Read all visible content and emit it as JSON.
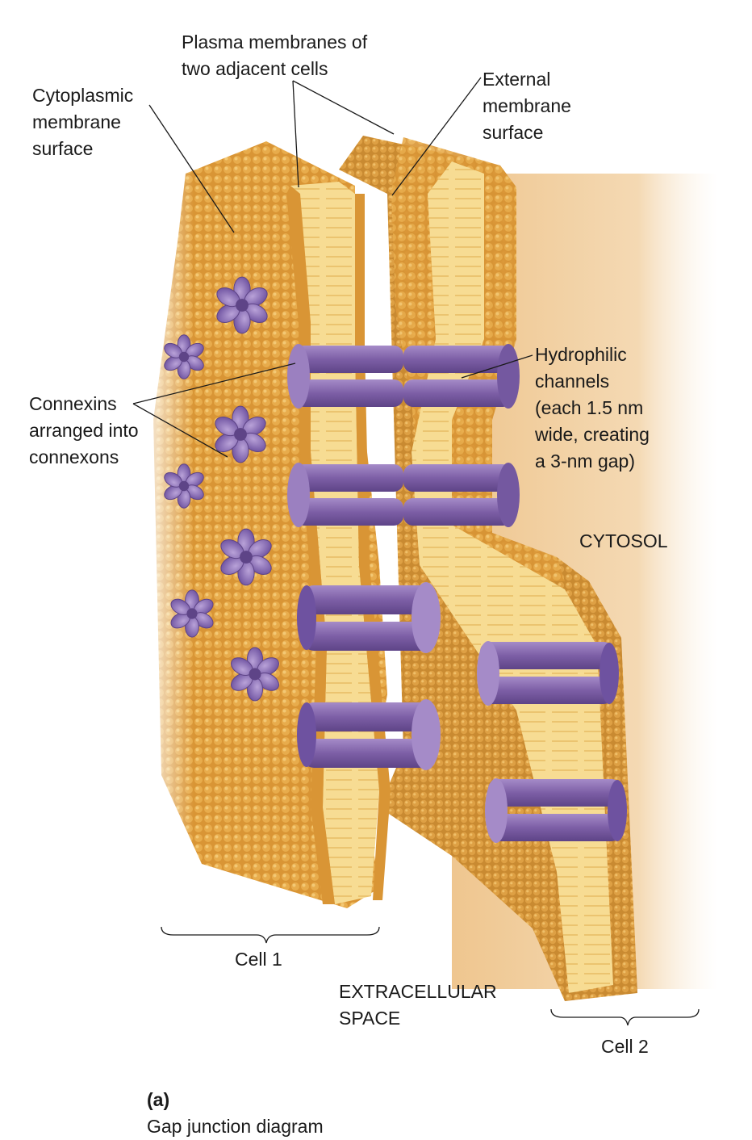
{
  "labels": {
    "plasma_membranes": "Plasma membranes of\ntwo adjacent cells",
    "cytoplasmic_surface": "Cytoplasmic\nmembrane\nsurface",
    "external_surface": "External\nmembrane\nsurface",
    "hydrophilic_channels": "Hydrophilic\nchannels\n(each 1.5 nm\nwide, creating\na 3-nm gap)",
    "connexins": "Connexins\narranged into\nconnexons",
    "cytosol": "CYTOSOL",
    "cell1": "Cell 1",
    "extracellular": "EXTRACELLULAR\nSPACE",
    "cell2": "Cell 2"
  },
  "caption": {
    "letter": "(a)",
    "text": "Gap junction diagram"
  },
  "colors": {
    "membrane_orange": "#e3a23c",
    "membrane_core": "#f7dc93",
    "head_beads": "#e7a746",
    "cytosol_bg": "#f1d2a6",
    "connexon_purple": "#8b6bb0",
    "connexon_dark": "#5e4487"
  }
}
